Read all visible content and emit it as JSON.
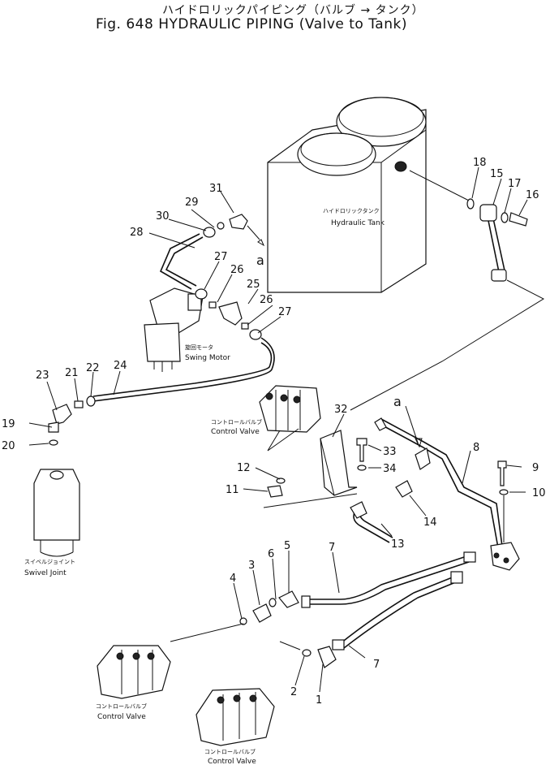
{
  "title": {
    "japanese": "ハイドロリックパイピング（バルブ → タンク）",
    "english": "Fig. 648 HYDRAULIC PIPING (Valve to Tank)"
  },
  "components": {
    "hydraulic_tank": {
      "jp": "ハイドロリックタンク",
      "en": "Hydraulic Tank"
    },
    "swing_motor": {
      "jp": "旋回モータ",
      "en": "Swing Motor"
    },
    "control_valve_upper": {
      "jp": "コントロールバルブ",
      "en": "Control Valve"
    },
    "swivel_joint": {
      "jp": "スイベルジョイント",
      "en": "Swivel Joint"
    },
    "control_valve_left": {
      "jp": "コントロールバルブ",
      "en": "Control Valve"
    },
    "control_valve_bottom": {
      "jp": "コントロールバルブ",
      "en": "Control Valve"
    }
  },
  "connection_marks": [
    "a",
    "a"
  ],
  "part_numbers": [
    "1",
    "2",
    "3",
    "4",
    "5",
    "6",
    "7",
    "7",
    "8",
    "9",
    "10",
    "11",
    "12",
    "13",
    "14",
    "15",
    "16",
    "17",
    "18",
    "19",
    "20",
    "21",
    "22",
    "23",
    "24",
    "25",
    "26",
    "26",
    "27",
    "27",
    "28",
    "29",
    "30",
    "31",
    "32",
    "33",
    "34"
  ]
}
